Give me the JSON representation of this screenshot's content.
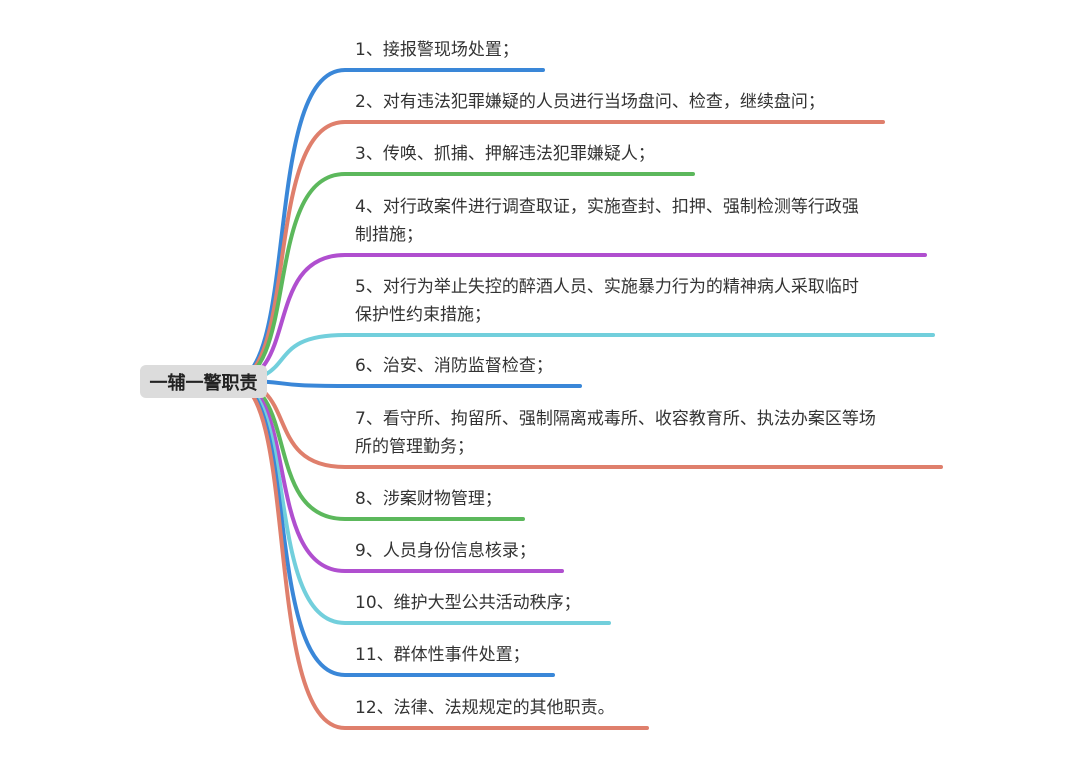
{
  "root": {
    "label": "一辅一警职责"
  },
  "colors": {
    "blue": "#3a87d8",
    "salmon": "#df7f6c",
    "green": "#5cb85c",
    "purple": "#b04fcf",
    "cyan": "#72cfdc"
  },
  "items": [
    {
      "lines": [
        "1、接报警现场处置；"
      ],
      "color": "blue"
    },
    {
      "lines": [
        "2、对有违法犯罪嫌疑的人员进行当场盘问、检查，继续盘问；"
      ],
      "color": "salmon"
    },
    {
      "lines": [
        "3、传唤、抓捕、押解违法犯罪嫌疑人；"
      ],
      "color": "green"
    },
    {
      "lines": [
        "4、对行政案件进行调查取证，实施查封、扣押、强制检测等行政强",
        "制措施；"
      ],
      "color": "purple"
    },
    {
      "lines": [
        "5、对行为举止失控的醉酒人员、实施暴力行为的精神病人采取临时",
        "保护性约束措施；"
      ],
      "color": "cyan"
    },
    {
      "lines": [
        "6、治安、消防监督检查；"
      ],
      "color": "blue"
    },
    {
      "lines": [
        "7、看守所、拘留所、强制隔离戒毒所、收容教育所、执法办案区等场",
        "所的管理勤务；"
      ],
      "color": "salmon"
    },
    {
      "lines": [
        "8、涉案财物管理；"
      ],
      "color": "green"
    },
    {
      "lines": [
        "9、人员身份信息核录；"
      ],
      "color": "purple"
    },
    {
      "lines": [
        "10、维护大型公共活动秩序；"
      ],
      "color": "cyan"
    },
    {
      "lines": [
        "11、群体性事件处置；"
      ],
      "color": "blue"
    },
    {
      "lines": [
        "12、法律、法规规定的其他职责。"
      ],
      "color": "salmon"
    }
  ]
}
